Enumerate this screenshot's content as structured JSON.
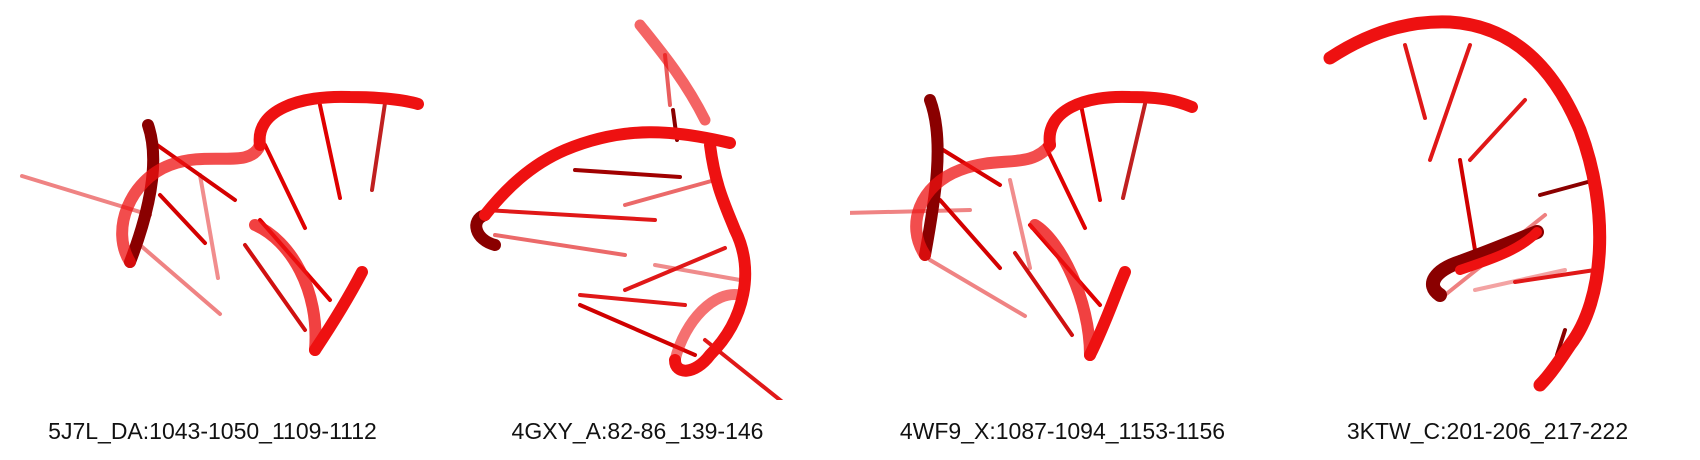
{
  "colors": {
    "backbone": "#ee1111",
    "backbone_dark": "#8a0000",
    "base": "#e01818"
  },
  "panels": [
    {
      "id": "5J7L",
      "caption": "5J7L_DA:1043-1050_1109-1112"
    },
    {
      "id": "4GXY",
      "caption": "4GXY_A:82-86_139-146"
    },
    {
      "id": "4WF9",
      "caption": "4WF9_X:1087-1094_1153-1156"
    },
    {
      "id": "3KTW",
      "caption": "3KTW_C:201-206_217-222"
    }
  ]
}
